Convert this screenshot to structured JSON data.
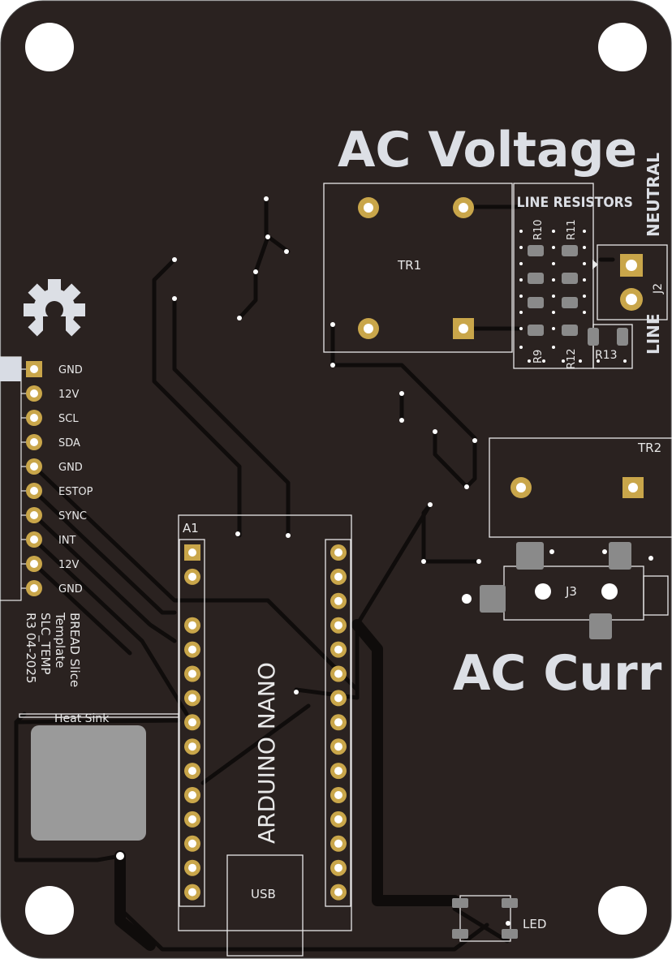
{
  "board": {
    "colors": {
      "substrate": "#2a2220",
      "silkscreen": "#e8e8e8",
      "pad": "#c9a64a",
      "smd_pad": "#8a8a8a",
      "heat_sink": "#9a9a9a",
      "trace": "#0f0c0b"
    },
    "titles": {
      "ac_voltage": "AC Voltage",
      "ac_current": "AC Curr"
    },
    "header_pins": [
      "GND",
      "12V",
      "SCL",
      "SDA",
      "GND",
      "ESTOP",
      "SYNC",
      "INT",
      "12V",
      "GND"
    ],
    "info": {
      "line1": "BREAD Slice",
      "line2": "Template",
      "line3": "SLC_TEMP",
      "line4": "R3 04-2025"
    },
    "labels": {
      "heat_sink": "Heat Sink",
      "arduino_ref": "A1",
      "arduino_name": "ARDUINO NANO",
      "usb": "USB",
      "tr1": "TR1",
      "tr2": "TR2",
      "line_resistors": "LINE RESISTORS",
      "r10": "R10",
      "r11": "R11",
      "r9": "R9",
      "r12": "R12",
      "r13": "R13",
      "j2": "J2",
      "j3": "J3",
      "neutral": "NEUTRAL",
      "line": "LINE",
      "led": "LED"
    },
    "icons": [
      "gear-logo-icon"
    ]
  }
}
